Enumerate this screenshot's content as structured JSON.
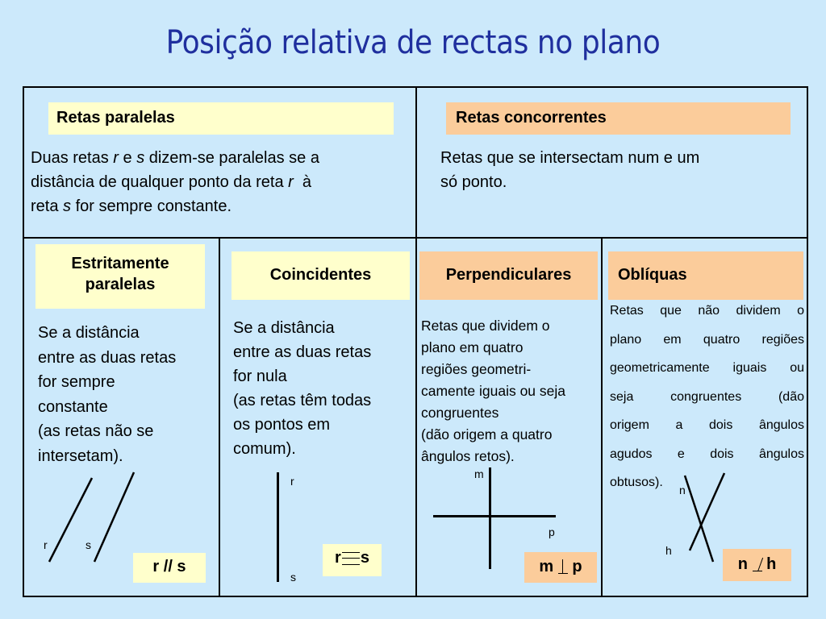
{
  "title": "Posição relativa de rectas no plano",
  "paralelas": {
    "label": "Retas paralelas",
    "def_part1": "Duas retas ",
    "var_r": "r",
    "def_part2": " e ",
    "var_s": "s",
    "def_part3": " dizem-se paralelas se a",
    "def_line2": "distância de qualquer ponto da reta ",
    "def_line2_var": "r",
    "def_line2_end": "  à",
    "def_line3_start": "reta ",
    "def_line3_var": "s",
    "def_line3_end": " for sempre constante."
  },
  "concorrentes": {
    "label": "Retas concorrentes",
    "line1": "Retas que se intersectam num e um",
    "line2": "só ponto."
  },
  "estritamente": {
    "label_line1": "Estritamente",
    "label_line2": "paralelas",
    "lines": [
      "Se a distância",
      "entre as duas retas",
      "for sempre",
      "constante",
      "(as retas não se",
      "intersetam)."
    ],
    "fig_label_r": "r",
    "fig_label_s": "s",
    "symbol": "r // s"
  },
  "coincidentes": {
    "label": "Coincidentes",
    "lines": [
      "Se a distância",
      "entre as duas retas",
      "for nula",
      "(as retas têm todas",
      "os pontos em",
      "comum)."
    ],
    "fig_label_r": "r",
    "fig_label_s": "s",
    "symbol_left": "r",
    "symbol_right": "s"
  },
  "perpendiculares": {
    "label": "Perpendiculares",
    "lines": [
      "Retas que dividem o",
      "plano em quatro",
      "regiões geometri-",
      "camente iguais ou seja",
      "congruentes",
      "(dão origem a quatro",
      "ângulos retos)."
    ],
    "fig_label_m": "m",
    "fig_label_p": "p",
    "symbol_left": "m",
    "symbol_right": "p"
  },
  "obliquas": {
    "label": "Oblíquas",
    "lines": [
      "Retas que não dividem o",
      "plano em quatro regiões",
      "geometricamente iguais ou",
      "seja congruentes (dão",
      "origem a dois ângulos",
      "agudos e dois ângulos",
      "obtusos)."
    ],
    "fig_label_n": "n",
    "fig_label_h": "h",
    "symbol_left": "n",
    "symbol_right": "h"
  }
}
